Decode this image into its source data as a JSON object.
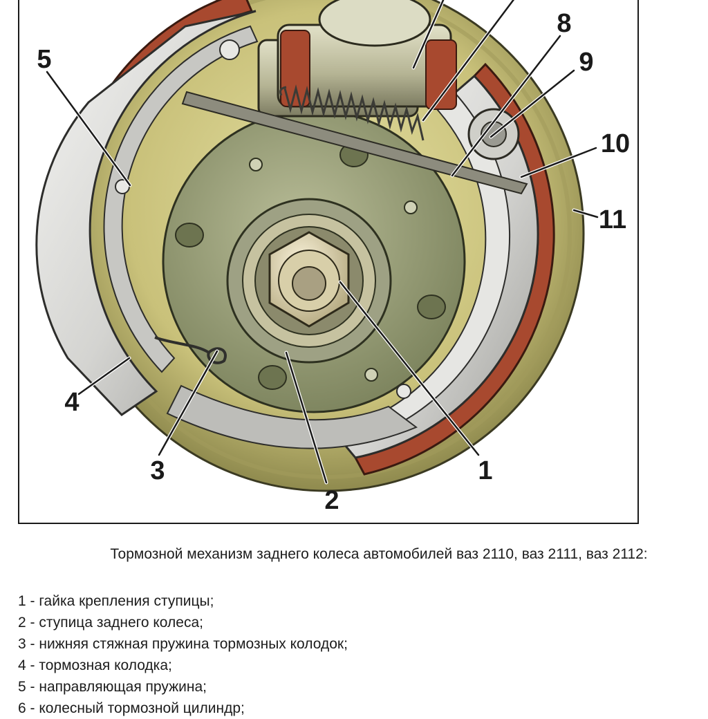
{
  "figure": {
    "callouts": [
      "1",
      "2",
      "3",
      "4",
      "5",
      "8",
      "9",
      "10",
      "11"
    ],
    "colors": {
      "lining": "#a8492f",
      "drum": "#c9c17a",
      "shoe": "#d9d9d6",
      "hub": "#9aa078",
      "cylinder": "#b9b99a"
    }
  },
  "caption": "Тормозной механизм заднего колеса автомобилей ваз 2110, ваз 2111, ваз 2112:",
  "legend": [
    "1 - гайка крепления ступицы;",
    "2 - ступица заднего колеса;",
    "3 - нижняя стяжная пружина тормозных колодок;",
    "4 - тормозная колодка;",
    "5 - направляющая пружина;",
    "6 - колесный тормозной цилиндр;"
  ]
}
